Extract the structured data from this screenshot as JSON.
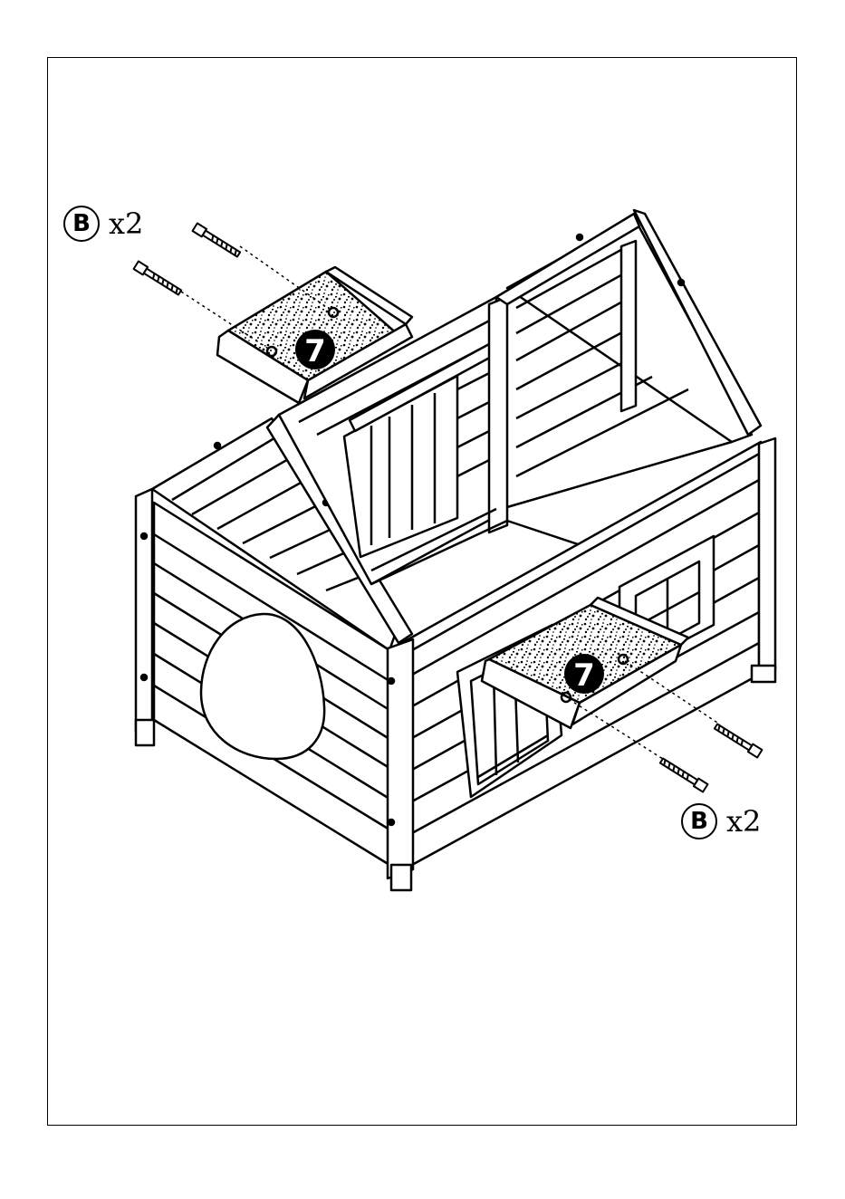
{
  "hardware": [
    {
      "letter": "B",
      "quantity": "x2"
    },
    {
      "letter": "B",
      "quantity": "x2"
    }
  ],
  "parts": [
    {
      "number": "7"
    },
    {
      "number": "7"
    }
  ],
  "colors": {
    "line": "#000000",
    "background": "#ffffff"
  }
}
